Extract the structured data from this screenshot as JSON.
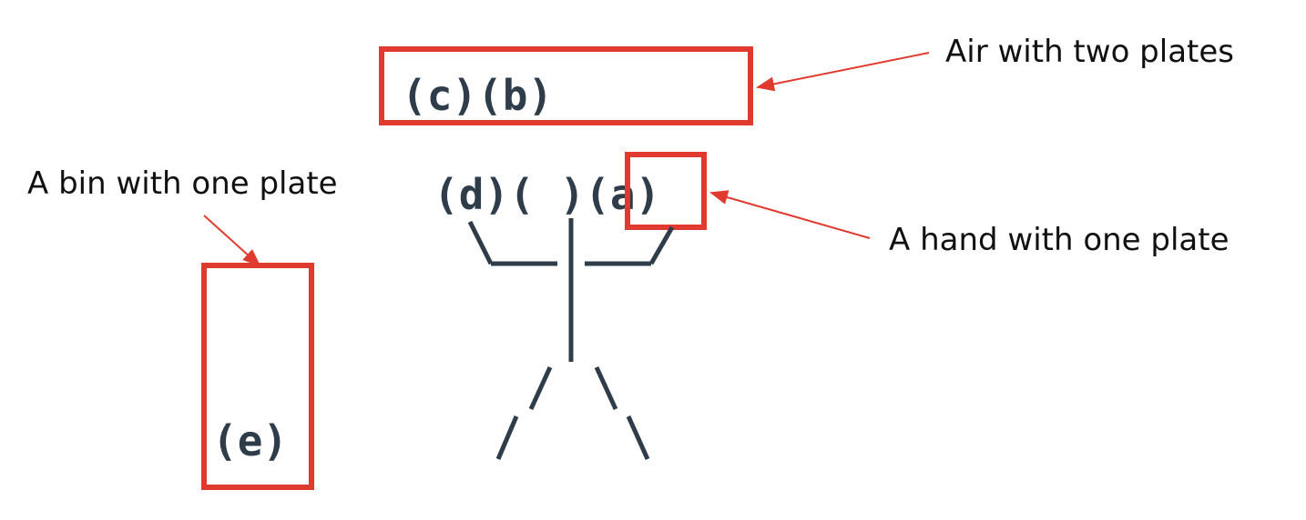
{
  "labels": {
    "air": "Air with two plates",
    "bin": "A bin with one plate",
    "hand": "A hand with one plate"
  },
  "plates": {
    "air_stack": "(c)(b)",
    "hands_row": "(d)( )(a)",
    "bin_stack": "(e)"
  },
  "colors": {
    "highlight": "#e03a2f",
    "figure": "#2f3d4a",
    "text": "#111111"
  }
}
